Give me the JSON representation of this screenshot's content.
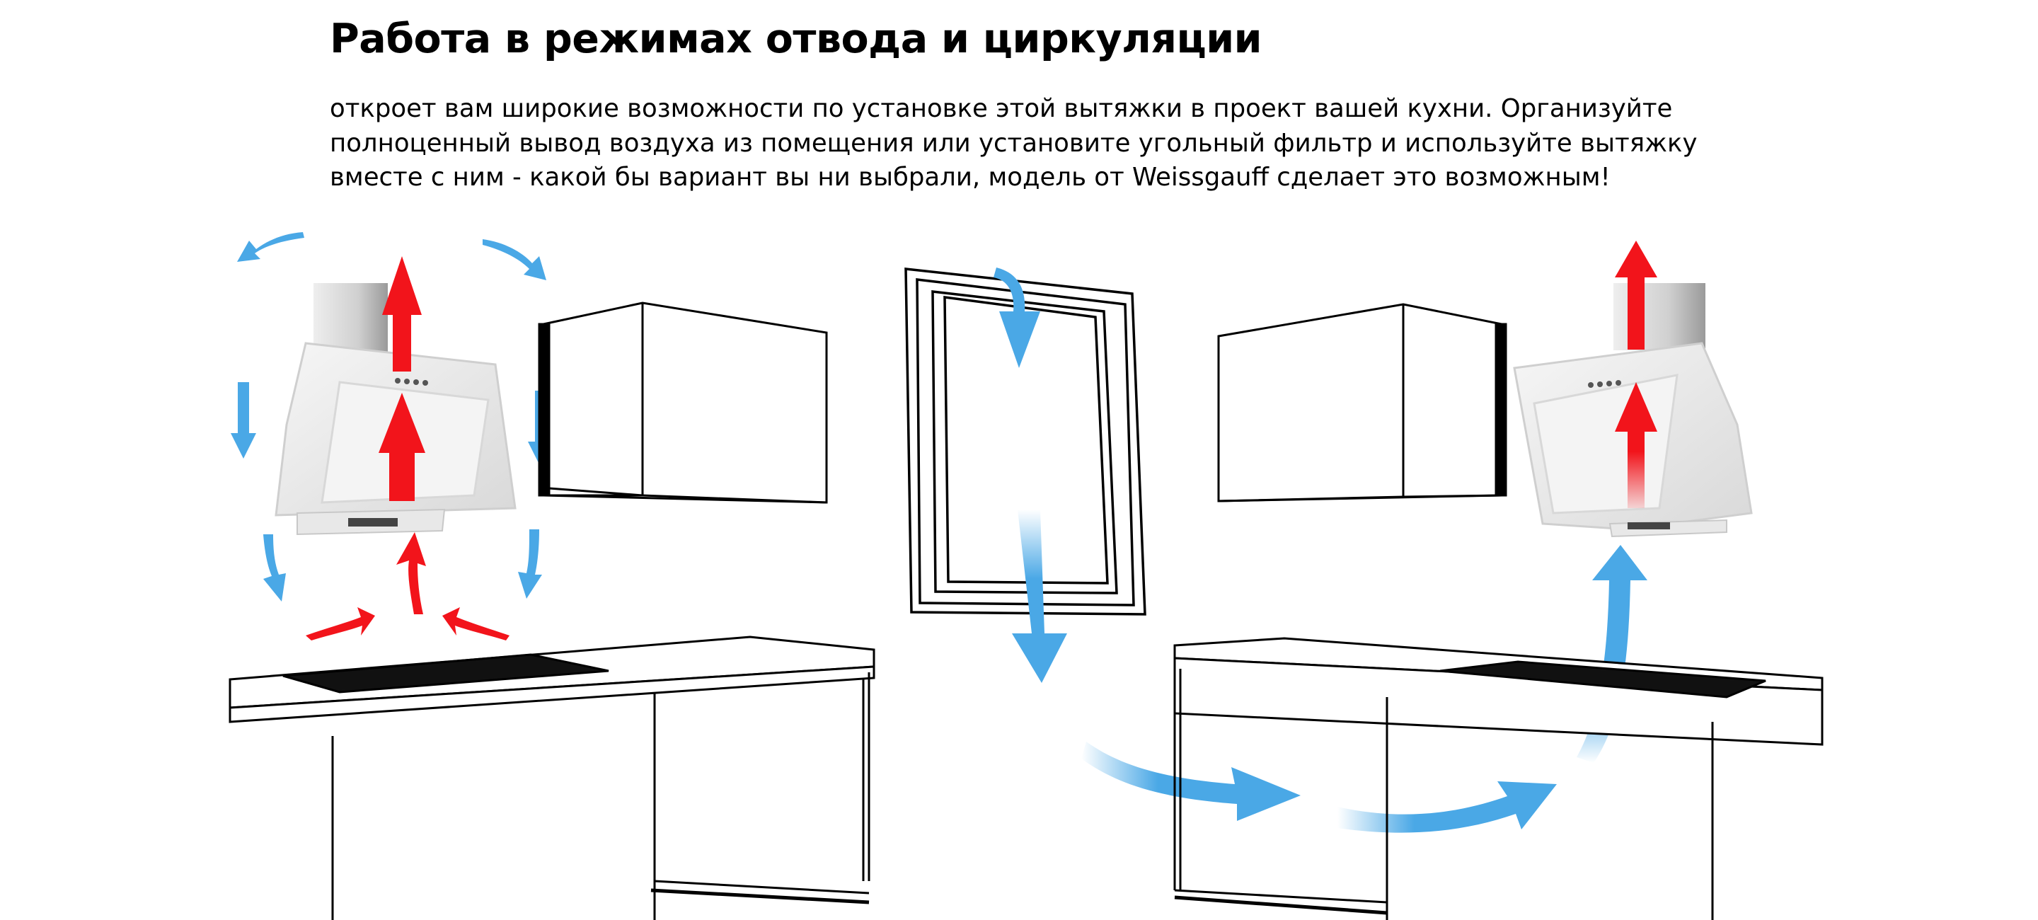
{
  "heading": "Работа в режимах отвода и циркуляции",
  "intro": {
    "lines": [
      "откроет вам широкие возможности по установке этой вытяжки в проект вашей кухни. Организуйте",
      "полноценный вывод воздуха из помещения или установите угольный фильтр и используйте вытяжку",
      "вместе с ним - какой бы вариант вы ни выбрали, модель от Weissgauff сделает это возможным!"
    ]
  },
  "colors": {
    "airflow_blue": "#4aa8e6",
    "exhaust_red": "#f2141b",
    "line": "#000000",
    "hood_shade": "#e4e4e4"
  },
  "scenes": {
    "left": "circulation-mode",
    "right": "exhaust-mode"
  }
}
